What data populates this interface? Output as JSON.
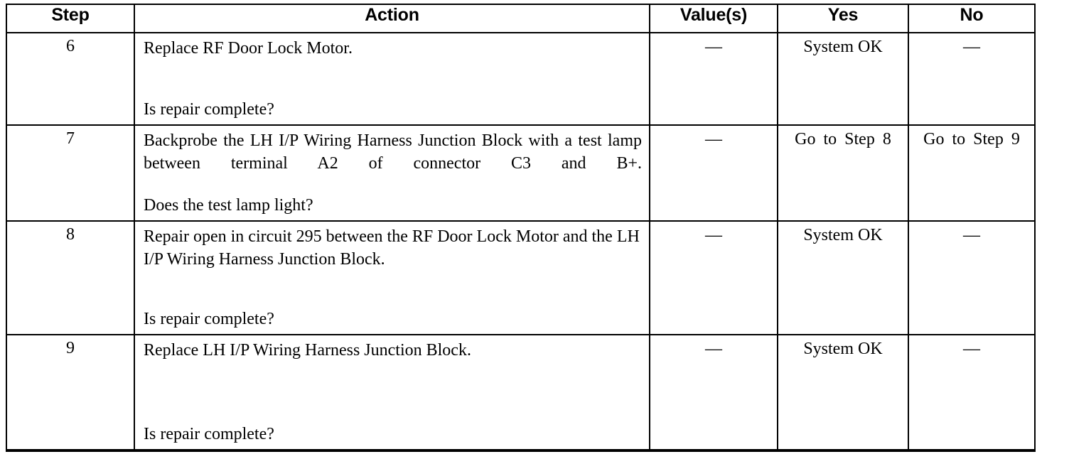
{
  "document": {
    "type": "diagnostic-troubleshooting-table",
    "background_color": "#ffffff",
    "text_color": "#000000"
  },
  "table": {
    "headers": {
      "step": "Step",
      "action": "Action",
      "value": "Value(s)",
      "yes": "Yes",
      "no": "No"
    },
    "rows": [
      {
        "step": "6",
        "action_main": "Replace RF Door Lock Motor.",
        "action_question": "Is repair complete?",
        "value": "—",
        "yes": "System OK",
        "no": "—"
      },
      {
        "step": "7",
        "action_main": "Backprobe the LH I/P Wiring Harness Junction Block with a test lamp between terminal A2 of connector C3 and B+.",
        "action_question": "Does the test lamp light?",
        "value": "—",
        "yes": "Go to Step 8",
        "no": "Go to Step 9"
      },
      {
        "step": "8",
        "action_main": "Repair open in circuit 295 between the RF Door Lock Motor and the LH I/P Wiring Harness Junction Block.",
        "action_question": "Is repair complete?",
        "value": "—",
        "yes": "System OK",
        "no": "—"
      },
      {
        "step": "9",
        "action_main": "Replace LH I/P Wiring Harness Junction Block.",
        "action_question": "Is repair complete?",
        "value": "—",
        "yes": "System OK",
        "no": "—"
      }
    ]
  }
}
